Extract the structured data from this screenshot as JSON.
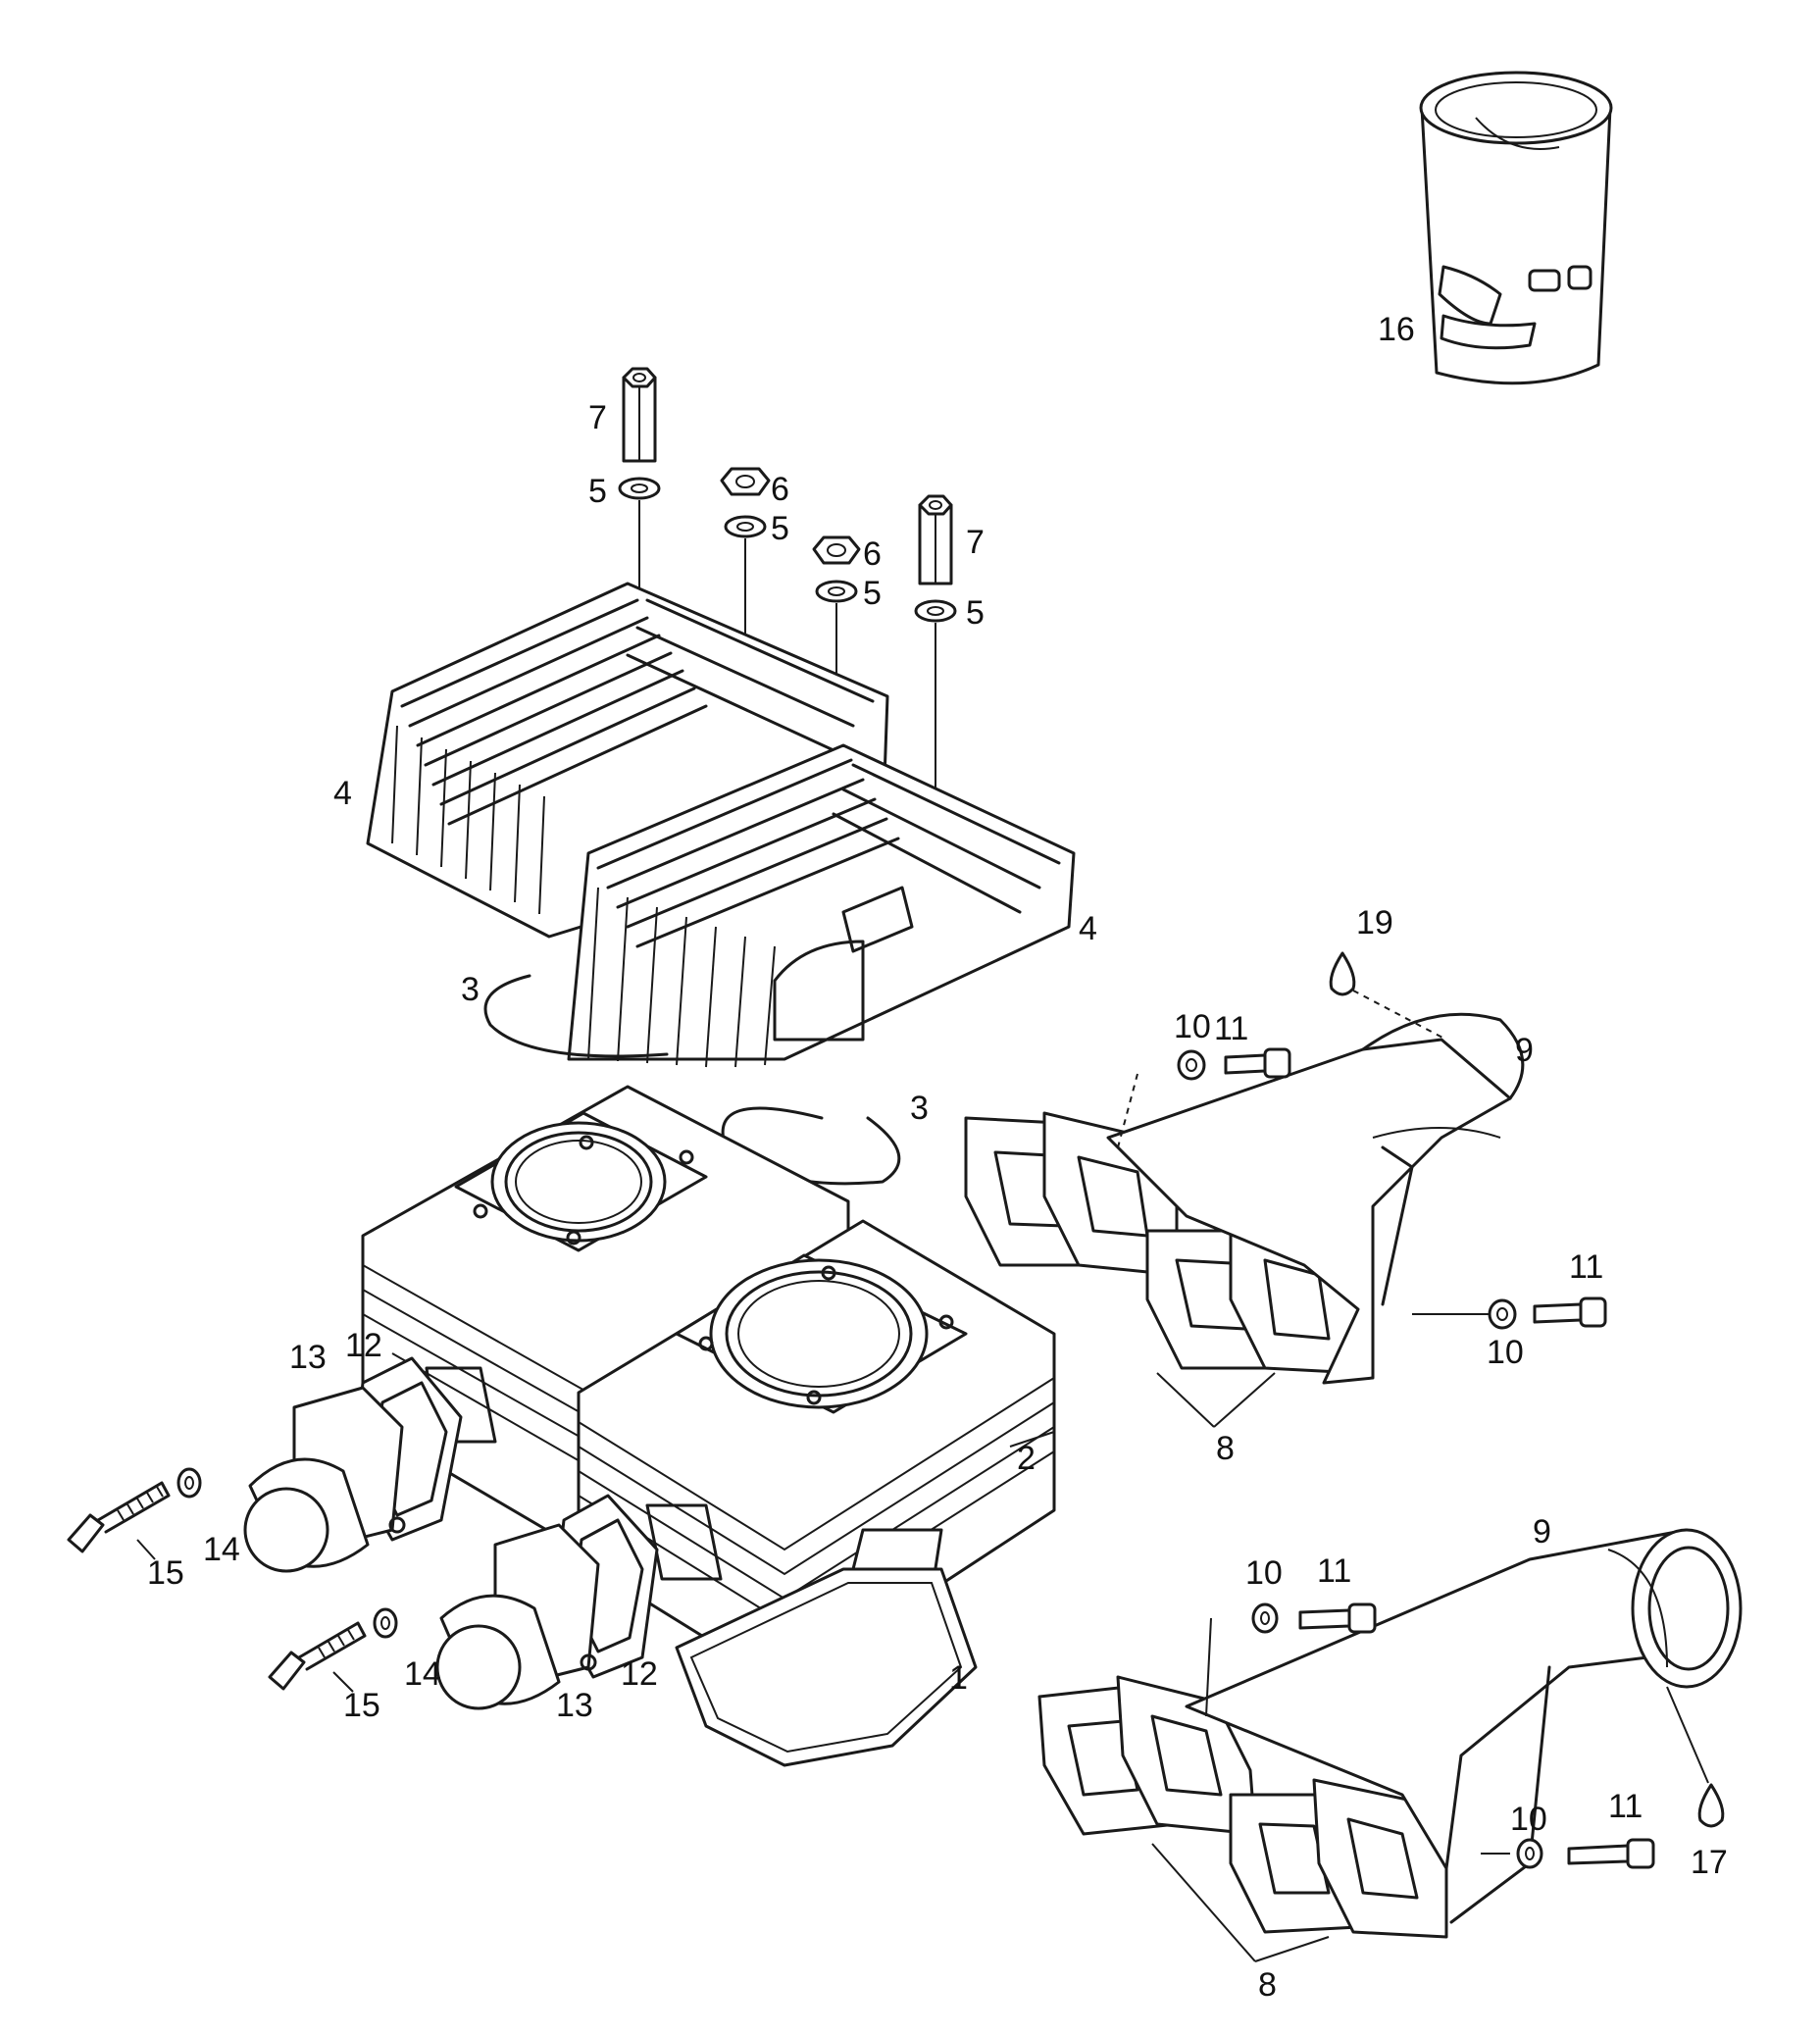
{
  "callouts": {
    "c1": "1",
    "c2": "2",
    "c3a": "3",
    "c3b": "3",
    "c4a": "4",
    "c4b": "4",
    "c5a": "5",
    "c5b": "5",
    "c5c": "5",
    "c5d": "5",
    "c6a": "6",
    "c6b": "6",
    "c7a": "7",
    "c7b": "7",
    "c8a": "8",
    "c8b": "8",
    "c9a": "9",
    "c9b": "9",
    "c10a": "10",
    "c10b": "10",
    "c10c": "10",
    "c10d": "10",
    "c11a": "11",
    "c11b": "11",
    "c11c": "11",
    "c11d": "11",
    "c12a": "12",
    "c12b": "12",
    "c13a": "13",
    "c13b": "13",
    "c14a": "14",
    "c14b": "14",
    "c15a": "15",
    "c15b": "15",
    "c16": "16",
    "c17": "17",
    "c19": "19"
  },
  "colors": {
    "line": "#1a1a1a",
    "background": "#ffffff"
  }
}
